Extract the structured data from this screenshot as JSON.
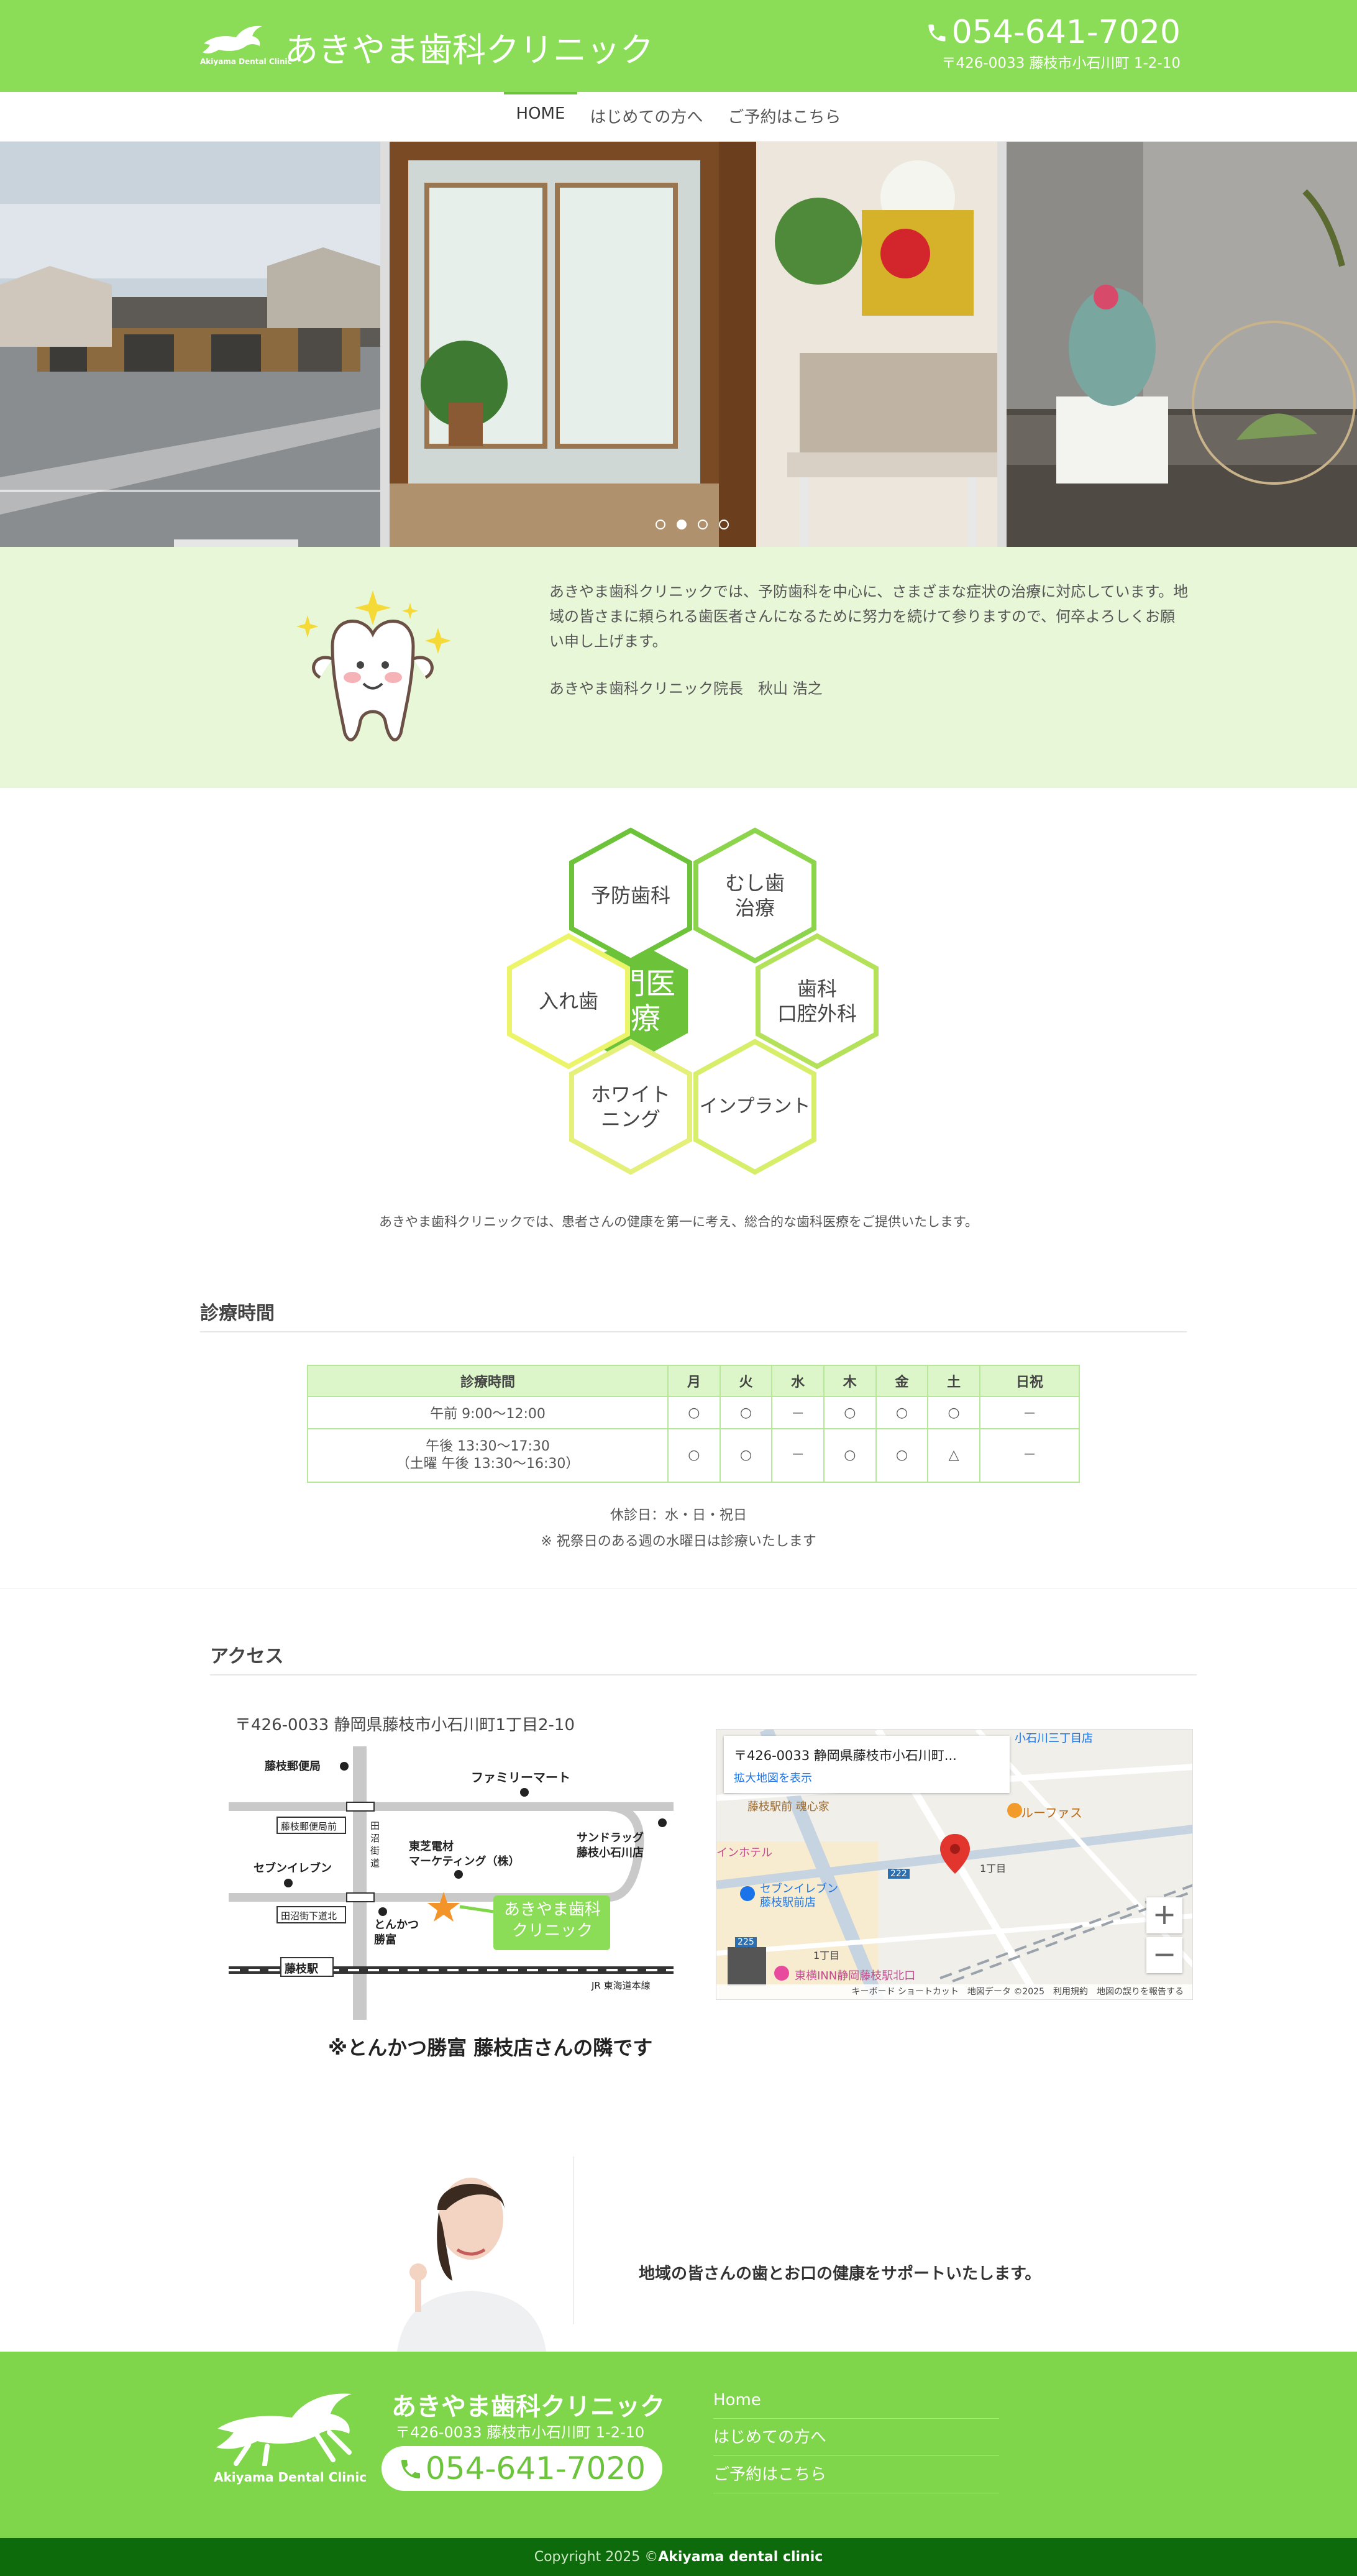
{
  "header": {
    "logo_sub": "Akiyama Dental Clinic",
    "clinic_name": "あきやま歯科クリニック",
    "tel": "054-641-7020",
    "address": "〒426-0033  藤枝市小石川町 1-2-10"
  },
  "nav": [
    "HOME",
    "はじめての方へ",
    "ご予約はこちら"
  ],
  "hero": {
    "slides": 4,
    "active_slide": 2
  },
  "intro": {
    "text": "あきやま歯科クリニックでは、予防歯科を中心に、さまざまな症状の治療に対応しています。地域の皆さまに頼られる歯医者さんになるために努力を続けて参りますので、何卒よろしくお願い申し上げます。",
    "signature": "あきやま歯科クリニック院長　秋山 浩之"
  },
  "specialties": {
    "center": "専門医\n治療",
    "items": [
      "予防歯科",
      "むし歯\n治療",
      "歯科\n口腔外科",
      "インプラント",
      "ホワイト\nニング",
      "入れ歯"
    ]
  },
  "lead": "あきやま歯科クリニックでは、患者さんの健康を第一に考え、総合的な歯科医療をご提供いたします。",
  "hours": {
    "title": "診療時間",
    "headers": [
      "診療時間",
      "月",
      "火",
      "水",
      "木",
      "金",
      "土",
      "日祝"
    ],
    "rows": [
      [
        "午前 9:00～12:00",
        "○",
        "○",
        "－",
        "○",
        "○",
        "○",
        "－"
      ],
      [
        "午後 13:30～17:30\n（土曜 午後 13:30～16:30）",
        "○",
        "○",
        "－",
        "○",
        "○",
        "△",
        "－"
      ]
    ],
    "closed": "休診日：水・日・祝日",
    "note": "※ 祝祭日のある週の水曜日は診療いたします"
  },
  "access": {
    "title": "アクセス",
    "address": "〒426-0033 静岡県藤枝市小石川町1丁目2-10",
    "map_labels": {
      "post_office": "藤枝郵便局",
      "family_mart": "ファミリーマート",
      "post_office_front": "藤枝郵便局前",
      "toshiba": "東芝電材\nマーケティング（株）",
      "sundrug": "サンドラッグ\n藤枝小石川店",
      "seven": "セブンイレブン",
      "tanuma_road": "田\n沼\n街\n道",
      "tanuma_shimo": "田沼街下道北",
      "tonkatsu": "とんかつ\n勝富",
      "clinic": "あきやま歯科\nクリニック",
      "station": "藤枝駅",
      "jr": "JR 東海道本線",
      "footnote": "※とんかつ勝富 藤枝店さんの隣です"
    },
    "gmap": {
      "card_title": "〒426-0033 静岡県藤枝市小石川町...",
      "card_link": "拡大地図を表示",
      "zoom_in": "+",
      "zoom_out": "−",
      "footer": "キーボード ショートカット　地図データ ©2025　利用規約　地図の誤りを報告する",
      "labels": [
        "ルーファス",
        "藤枝駅前 魂心家",
        "インホテル",
        "セブンイレブン\n藤枝駅前店",
        "東横INN静岡藤枝駅北口",
        "1丁目",
        "1丁目",
        "小石川三丁目店",
        "222",
        "225"
      ]
    }
  },
  "support_text": "地域の皆さんの歯とお口の健康をサポートいたします。",
  "footer": {
    "logo_sub": "Akiyama Dental Clinic",
    "name": "あきやま歯科クリニック",
    "address": "〒426-0033  藤枝市小石川町 1-2-10",
    "tel": "054-641-7020",
    "links": [
      "Home",
      "はじめての方へ",
      "ご予約はこちら"
    ],
    "copyright_prefix": "Copyright 2025 ©",
    "copyright_name": "Akiyama dental clinic"
  },
  "colors": {
    "brand_green": "#8bdd57",
    "footer_green": "#7fd64a",
    "dark_green": "#0d6b0b",
    "hex_core": "#6cc33a"
  }
}
